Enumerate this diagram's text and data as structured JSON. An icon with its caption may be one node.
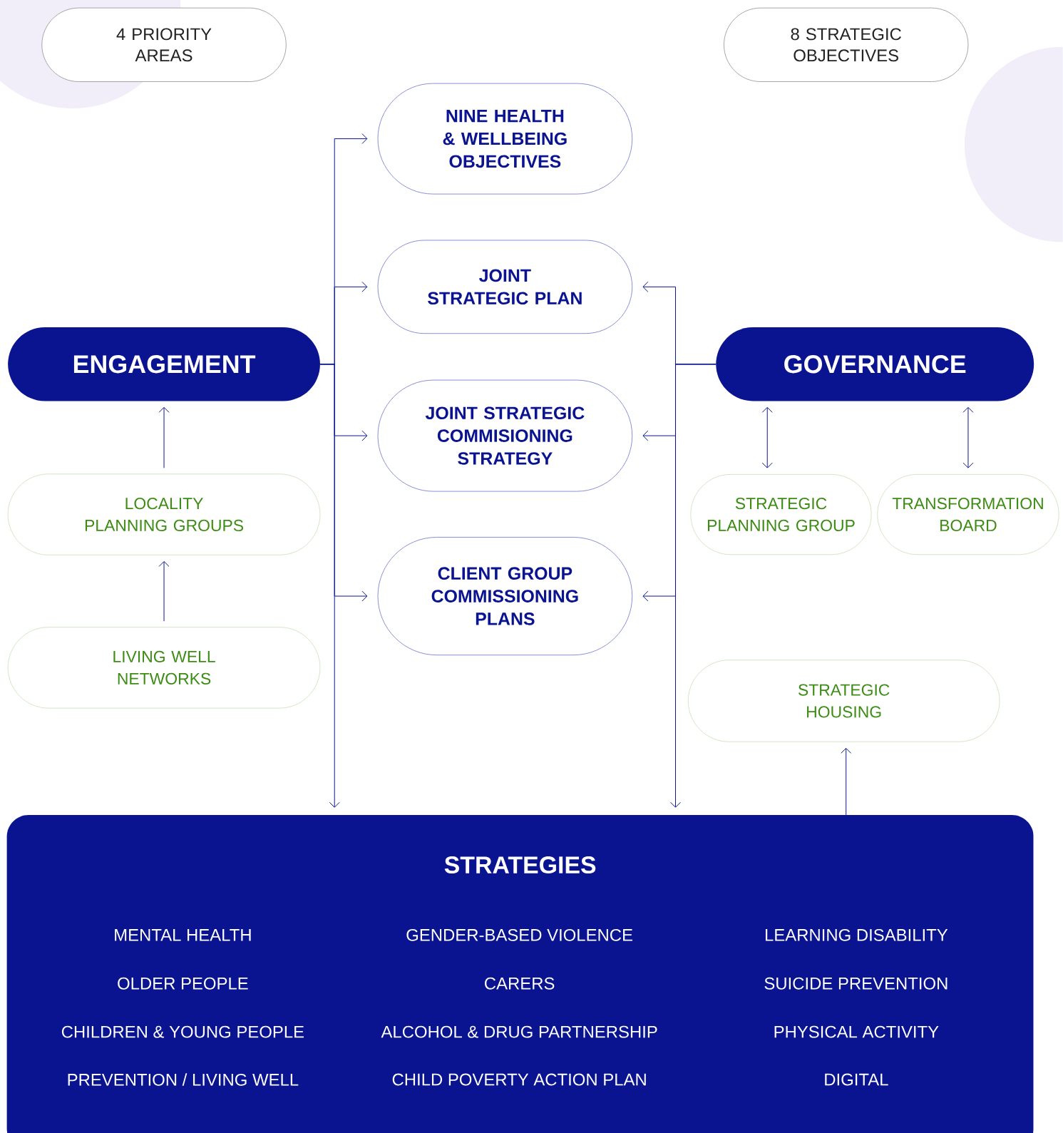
{
  "diagram": {
    "nodes": [
      {
        "text": [
          "4 PRIORITY AREAS"
        ]
      },
      {
        "text": [
          "8 STRATEGIC OBJECTIVES"
        ]
      },
      {
        "text": [
          "NINE HEALTH & WELLBEING OBJECTIVES"
        ]
      },
      {
        "text": [
          "JOINT STRATEGIC PLAN"
        ]
      },
      {
        "text": [
          "JOINT STRATEGIC COMMISIONING STRATEGY"
        ]
      },
      {
        "text": [
          "CLIENT GROUP COMMISSIONING PLANS"
        ]
      },
      {
        "text": [
          "ENGAGEMENT"
        ]
      },
      {
        "text": [
          "GOVERNANCE"
        ]
      },
      {
        "text": [
          "LOCALITY PLANNING GROUPS"
        ]
      },
      {
        "text": [
          "STRATEGIC PLANNING GROUP"
        ]
      },
      {
        "text": [
          "TRANSFORMATION BOARD"
        ]
      },
      {
        "text": [
          "LIVING WELL NETWORKS"
        ]
      },
      {
        "text": [
          "STRATEGIC HOUSING"
        ]
      },
      {
        "text": [
          "STRATEGIES",
          "MENTAL HEALTH",
          "GENDER-BASED VIOLENCE",
          "LEARNING DISABILITY",
          "OLDER PEOPLE",
          "CARERS",
          "SUICIDE PREVENTION",
          "CHILDREN & YOUNG PEOPLE",
          "ALCOHOL & DRUG PARTNERSHIP",
          "PHYSICAL ACTIVITY",
          "PREVENTION / LIVING WELL",
          "CHILD POVERTY ACTION PLAN",
          "DIGITAL"
        ]
      }
    ],
    "edges": [
      {
        "from": 6,
        "to": 2,
        "arrow": "to"
      },
      {
        "from": 6,
        "to": 3,
        "arrow": "to"
      },
      {
        "from": 6,
        "to": 4,
        "arrow": "to"
      },
      {
        "from": 6,
        "to": 5,
        "arrow": "to"
      },
      {
        "from": 6,
        "to": 13,
        "arrow": "to"
      },
      {
        "from": 7,
        "to": 3,
        "arrow": "to"
      },
      {
        "from": 7,
        "to": 4,
        "arrow": "to"
      },
      {
        "from": 7,
        "to": 5,
        "arrow": "to"
      },
      {
        "from": 7,
        "to": 13,
        "arrow": "to"
      },
      {
        "from": 7,
        "to": 9,
        "arrow": "both"
      },
      {
        "from": 7,
        "to": 10,
        "arrow": "both"
      },
      {
        "from": 8,
        "to": 6,
        "arrow": "to"
      },
      {
        "from": 11,
        "to": 8,
        "arrow": "to"
      },
      {
        "from": 13,
        "to": 12,
        "arrow": "to"
      }
    ]
  }
}
